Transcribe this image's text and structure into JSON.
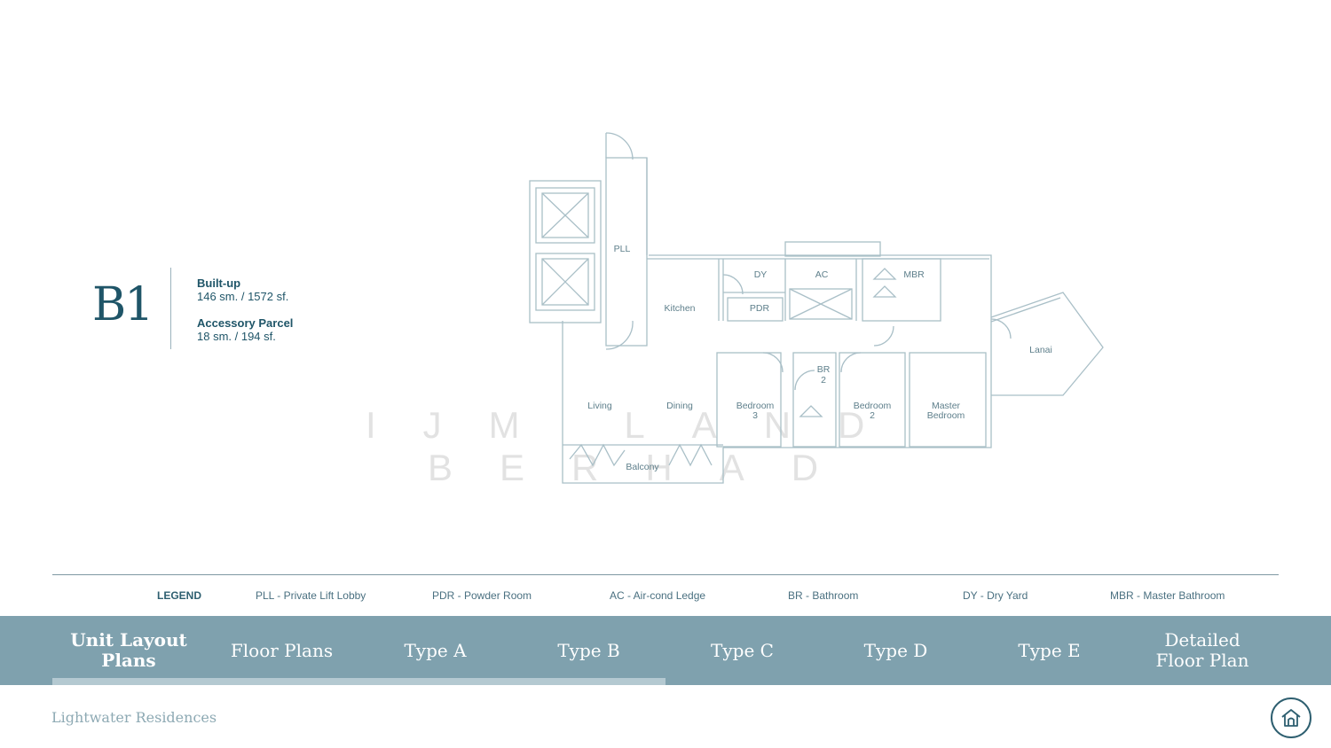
{
  "unit": {
    "code": "B1",
    "builtup_label": "Built-up",
    "builtup_value": "146 sm. / 1572 sf.",
    "accessory_label": "Accessory Parcel",
    "accessory_value": "18 sm. / 194 sf."
  },
  "plan_labels": {
    "pll": "PLL",
    "kitchen": "Kitchen",
    "dy": "DY",
    "ac": "AC",
    "mbr": "MBR",
    "pdr": "PDR",
    "lanai": "Lanai",
    "br2": [
      "BR",
      "2"
    ],
    "living": "Living",
    "dining": "Dining",
    "bedroom3": [
      "Bedroom",
      "3"
    ],
    "bedroom2": [
      "Bedroom",
      "2"
    ],
    "master_bedroom": [
      "Master",
      "Bedroom"
    ],
    "balcony": "Balcony"
  },
  "watermark": {
    "line1": "IJM LAND",
    "line2": "BERHAD"
  },
  "legend": {
    "title": "LEGEND",
    "items": [
      "PLL - Private Lift Lobby",
      "PDR - Powder Room",
      "AC - Air-cond Ledge",
      "BR - Bathroom",
      "DY - Dry Yard",
      "MBR - Master Bathroom"
    ]
  },
  "nav": {
    "items": [
      "Unit Layout Plans",
      "Floor Plans",
      "Type A",
      "Type B",
      "Type C",
      "Type D",
      "Type E",
      "Detailed Floor Plan"
    ],
    "active": "Unit Layout Plans",
    "progress": 0.5
  },
  "footer": {
    "brand": "Lightwater Residences",
    "home_icon": "home-icon"
  },
  "colors": {
    "primary": "#1f5568",
    "nav_bg": "#7fa1ae",
    "plan_line": "#a9bfc7",
    "watermark": "#e2e2e2"
  }
}
